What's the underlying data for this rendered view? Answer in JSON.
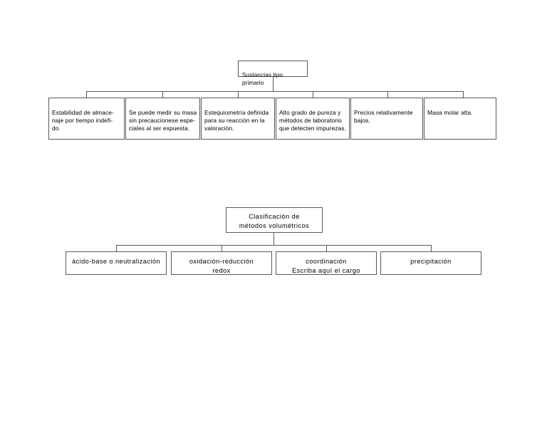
{
  "document": {
    "title": "Sustancias tipo primario / Clasificación de métodos volumétricos"
  },
  "diagram_primario": {
    "root": {
      "label": "Sustancias tipo primario"
    },
    "leaves": [
      {
        "label": "Estabilidad de almace-\nnaje por tiempo indefi-\ndo"
      },
      {
        "label": "Se puede medir su masa\nsin precaucionese espe-\nciales al ser expuesta."
      },
      {
        "label": "Estequiometría definida\npara su reacción en la\nvaloración."
      },
      {
        "label": "Alto grado de pureza y\nmétodos de laboratorio\nque detecten impurezas."
      },
      {
        "label": "Precios relativamente\nbajos."
      },
      {
        "label": "Masa molar alta."
      }
    ]
  },
  "diagram_volumetricos": {
    "root": {
      "label": "Clasificación de\nmétodos volumétricos"
    },
    "leaves": [
      {
        "label": "ácido-base o neutralización"
      },
      {
        "label": "oxidación-reducción\nredox"
      },
      {
        "label": "coordinación\nEscriba aquí el cargo"
      },
      {
        "label": "precipitación"
      }
    ]
  },
  "style": {
    "border_color": "#595959",
    "background": "#ffffff",
    "text_color": "#000000"
  }
}
